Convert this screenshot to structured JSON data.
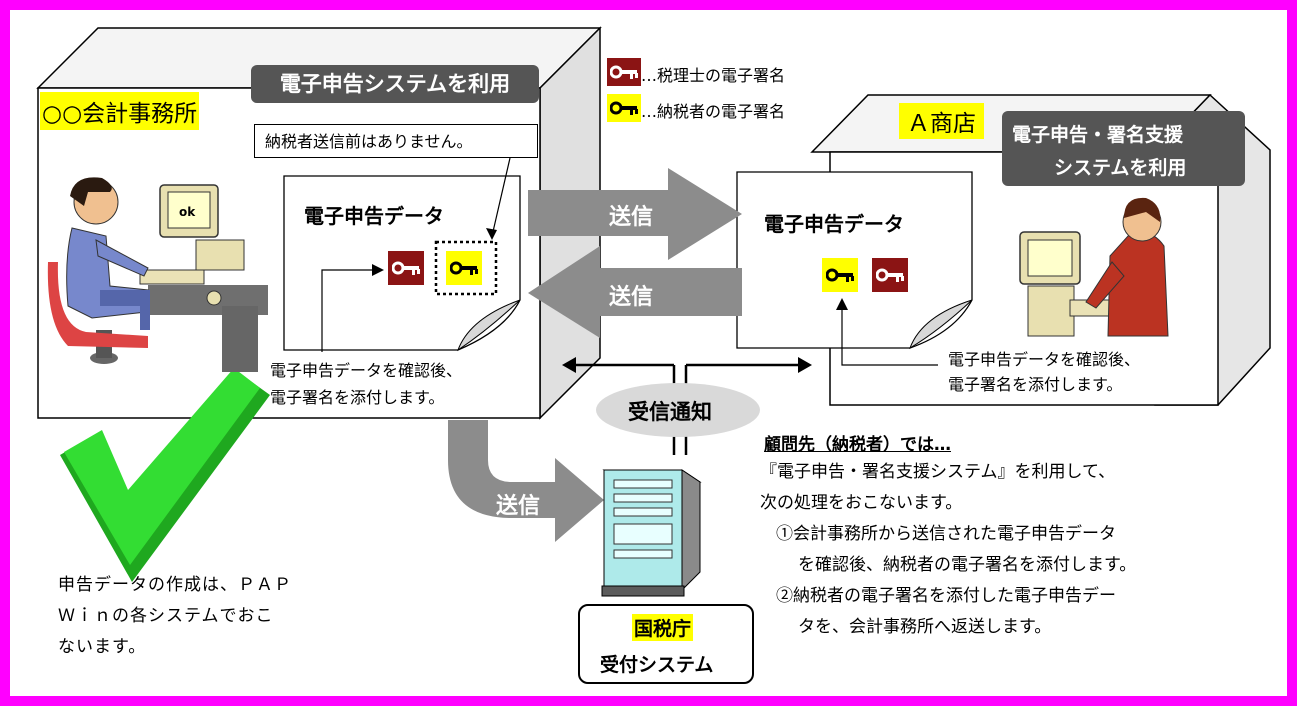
{
  "office": {
    "name": "○○会計事務所",
    "system_label": "電子申告システムを利用",
    "note": "納税者送信前はありません。",
    "doc_title": "電子申告データ",
    "confirm_line1": "電子申告データを確認後、",
    "confirm_line2": "電子署名を添付します。"
  },
  "legend": [
    {
      "text": "…税理士の電子署名",
      "key_color": "#8b1414"
    },
    {
      "text": "…納税者の電子署名",
      "key_color": "#ffff00"
    }
  ],
  "shop": {
    "name": "Ａ商店",
    "system_label_line1": "電子申告・署名支援",
    "system_label_line2": "システムを利用",
    "doc_title": "電子申告データ",
    "confirm_line1": "電子申告データを確認後、",
    "confirm_line2": "電子署名を添付します。"
  },
  "arrows": {
    "send_to_shop": "送信",
    "send_back": "送信",
    "send_to_nta": "送信"
  },
  "receipt_notice": "受信通知",
  "nta": {
    "line1": "国税庁",
    "line2": "受付システム"
  },
  "pap_note": {
    "line1": "申告データの作成は、ＰＡＰ",
    "line2": "Ｗｉｎの各システムでおこ",
    "line3": "ないます。"
  },
  "client_section": {
    "heading": "顧問先（納税者）では…",
    "line1": "『電子申告・署名支援システム』を利用して、",
    "line2": "次の処理をおこないます。",
    "item1_line1": "①会計事務所から送信された電子申告データ",
    "item1_line2": "を確認後、納税者の電子署名を添付します。",
    "item2_line1": "②納税者の電子署名を添付した電子申告デー",
    "item2_line2": "タを、会計事務所へ返送します。"
  },
  "colors": {
    "frame": "#ff00ff",
    "tax_accountant_key": "#8b1414",
    "taxpayer_key": "#ffff00",
    "label_box": "#555555",
    "arrow": "#8c8c8c",
    "checkmark": "#22cc22"
  },
  "icons": {
    "key": "key-icon",
    "check": "checkmark-icon",
    "server": "server-icon",
    "worker_office": "office-worker-illustration",
    "worker_shop": "shop-worker-illustration"
  }
}
